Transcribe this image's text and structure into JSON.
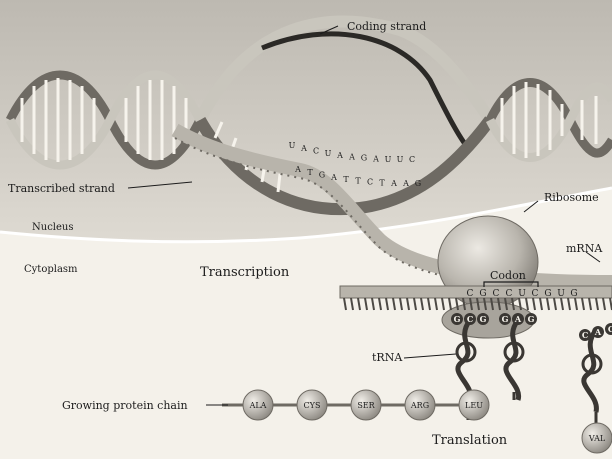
{
  "labels": {
    "coding_strand": "Coding strand",
    "transcribed_strand": "Transcribed strand",
    "nucleus": "Nucleus",
    "cytoplasm": "Cytoplasm",
    "transcription": "Transcription",
    "ribosome": "Ribosome",
    "mrna": "mRNA",
    "codon": "Codon",
    "trna": "tRNA",
    "growing_protein_chain": "Growing protein chain",
    "translation": "Translation"
  },
  "mrna_bases_in_bubble": [
    "U",
    "A",
    "C",
    "U",
    "A",
    "A",
    "G",
    "A",
    "U",
    "U",
    "C"
  ],
  "template_bases": [
    "A",
    "T",
    "G",
    "A",
    "T",
    "T",
    "C",
    "T",
    "A",
    "A",
    "G"
  ],
  "mrna_codon_bases": [
    "C",
    "G",
    "C",
    "C",
    "U",
    "C",
    "G",
    "U",
    "G"
  ],
  "anticodons": [
    [
      "G",
      "C",
      "G"
    ],
    [
      "G",
      "A",
      "G"
    ],
    [
      "C",
      "A",
      "C"
    ]
  ],
  "amino_acids": [
    "ALA",
    "CYS",
    "SER",
    "ARG",
    "LEU"
  ],
  "incoming_amino_acid": "VAL",
  "colors": {
    "background": "#f4f1ea",
    "nucleus": "#d6d2c9",
    "strand_light": "#c9c6bd",
    "strand_dark": "#6e6a63",
    "ribosome": "#b9b5ad",
    "ink": "#1c1c1c"
  }
}
